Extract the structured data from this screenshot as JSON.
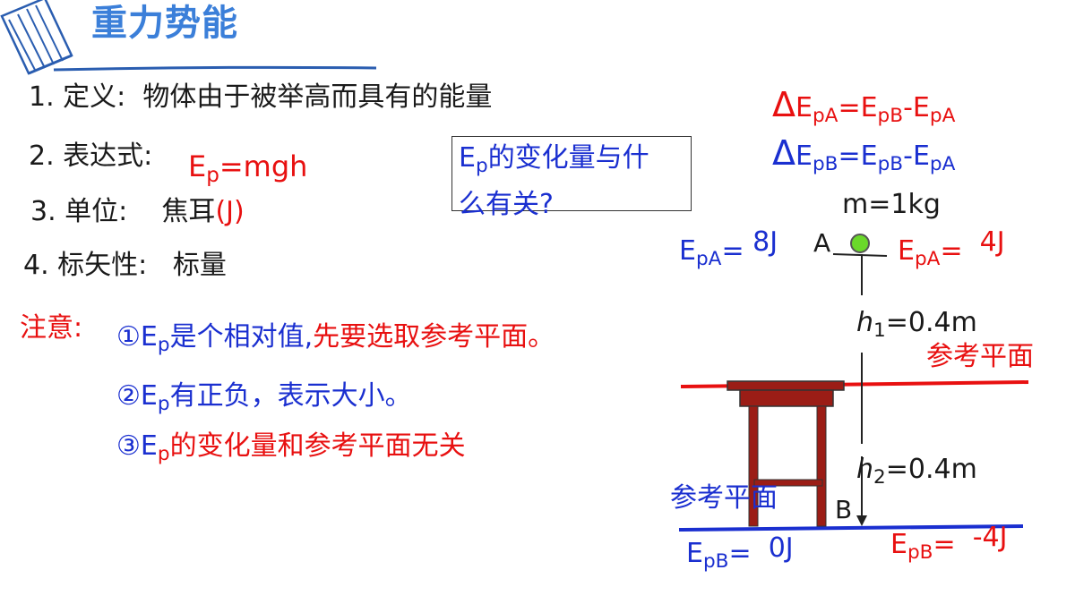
{
  "title": "重力势能",
  "items": {
    "def_num": "1. 定义:",
    "def_text": "物体由于被举高而具有的能量",
    "expr_num": "2. 表达式:",
    "expr_E": "E",
    "expr_sub": "p",
    "expr_rest": "=mgh",
    "unit_num": "3. 单位:",
    "unit_text": "焦耳",
    "unit_symbol": "(J)",
    "vec_num": "4. 标矢性:",
    "vec_text": "标量"
  },
  "notes": {
    "label": "注意:",
    "n1_prefix": "①E",
    "n1_sub": "p",
    "n1_blue": "是个相对值,",
    "n1_red": "先要选取参考平面。",
    "n2_prefix": "②E",
    "n2_sub": "p",
    "n2_text": "有正负，表示大小。",
    "n3_prefix": "③E",
    "n3_sub": "p",
    "n3_text": "的变化量和参考平面无关"
  },
  "question": {
    "line1_E": "E",
    "line1_sub": "p",
    "line1_rest": "的变化量与什",
    "line2": "么有关?"
  },
  "formulas": {
    "f1_delta": "Δ",
    "f1_E1": "E",
    "f1_s1": "pA",
    "f1_eq": "=E",
    "f1_s2": "pB",
    "f1_mid": "-E",
    "f1_s3": "pA",
    "f2_delta": "Δ",
    "f2_E1": "E",
    "f2_s1": "pB",
    "f2_eq": "=E",
    "f2_s2": "pB",
    "f2_mid": "-E",
    "f2_s3": "pA"
  },
  "diagram": {
    "mass": "m=1kg",
    "point_a": "A",
    "point_b": "B",
    "h1_h": "h",
    "h1_sub": "1",
    "h1_val": "=0.4m",
    "h2_h": "h",
    "h2_sub": "2",
    "h2_val": "=0.4m",
    "ref_top": "参考平面",
    "ref_bottom": "参考平面",
    "epa_left_E": "E",
    "epa_left_sub": "pA",
    "epa_left_eq": "=",
    "epa_left_val": "8J",
    "epa_right_E": "E",
    "epa_right_sub": "pA",
    "epa_right_eq": "=",
    "epa_right_val": "4J",
    "epb_left_E": "E",
    "epb_left_sub": "pB",
    "epb_left_eq": "=",
    "epb_left_val": "0J",
    "epb_right_E": "E",
    "epb_right_sub": "pB",
    "epb_right_eq": "=",
    "epb_right_val": "-4J"
  },
  "colors": {
    "title": "#3b7fd9",
    "red": "#e81010",
    "blue": "#1a2fd0",
    "table": "#9b1d16",
    "ball": "#6ad82a"
  }
}
